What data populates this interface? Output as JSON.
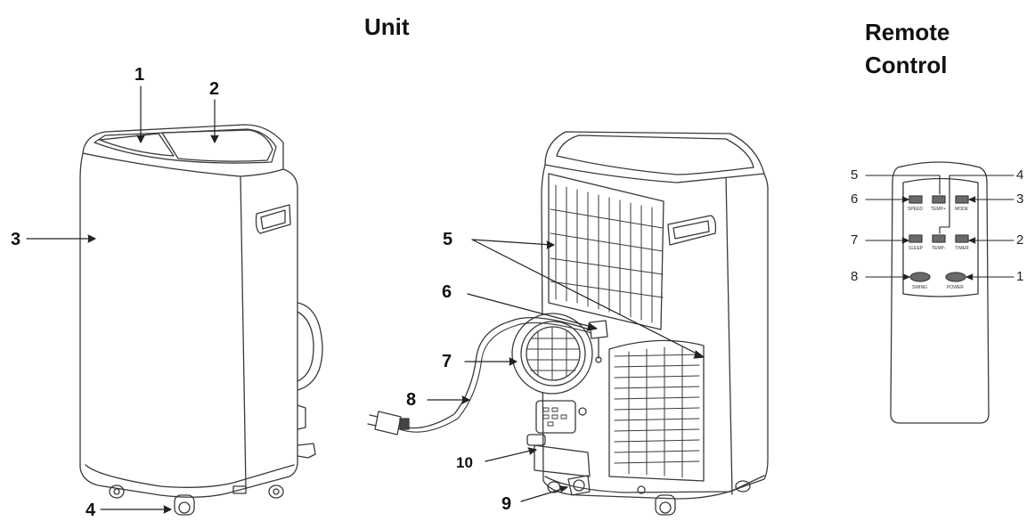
{
  "titles": {
    "unit": "Unit",
    "remote_line1": "Remote",
    "remote_line2": "Control"
  },
  "unit_front_callouts": {
    "c1": "1",
    "c2": "2",
    "c3": "3",
    "c4": "4"
  },
  "unit_back_callouts": {
    "c5": "5",
    "c6": "6",
    "c7": "7",
    "c8": "8",
    "c9": "9",
    "c10": "10"
  },
  "remote_callouts": {
    "c1": "1",
    "c2": "2",
    "c3": "3",
    "c4": "4",
    "c5": "5",
    "c6": "6",
    "c7": "7",
    "c8": "8"
  },
  "remote_buttons": {
    "speed": "SPEED",
    "temp_up": "TEMP+",
    "mode": "MODE",
    "sleep": "SLEEP",
    "temp_down": "TEMP-",
    "timer": "TIMER",
    "swing": "SWING",
    "power": "POWER"
  }
}
